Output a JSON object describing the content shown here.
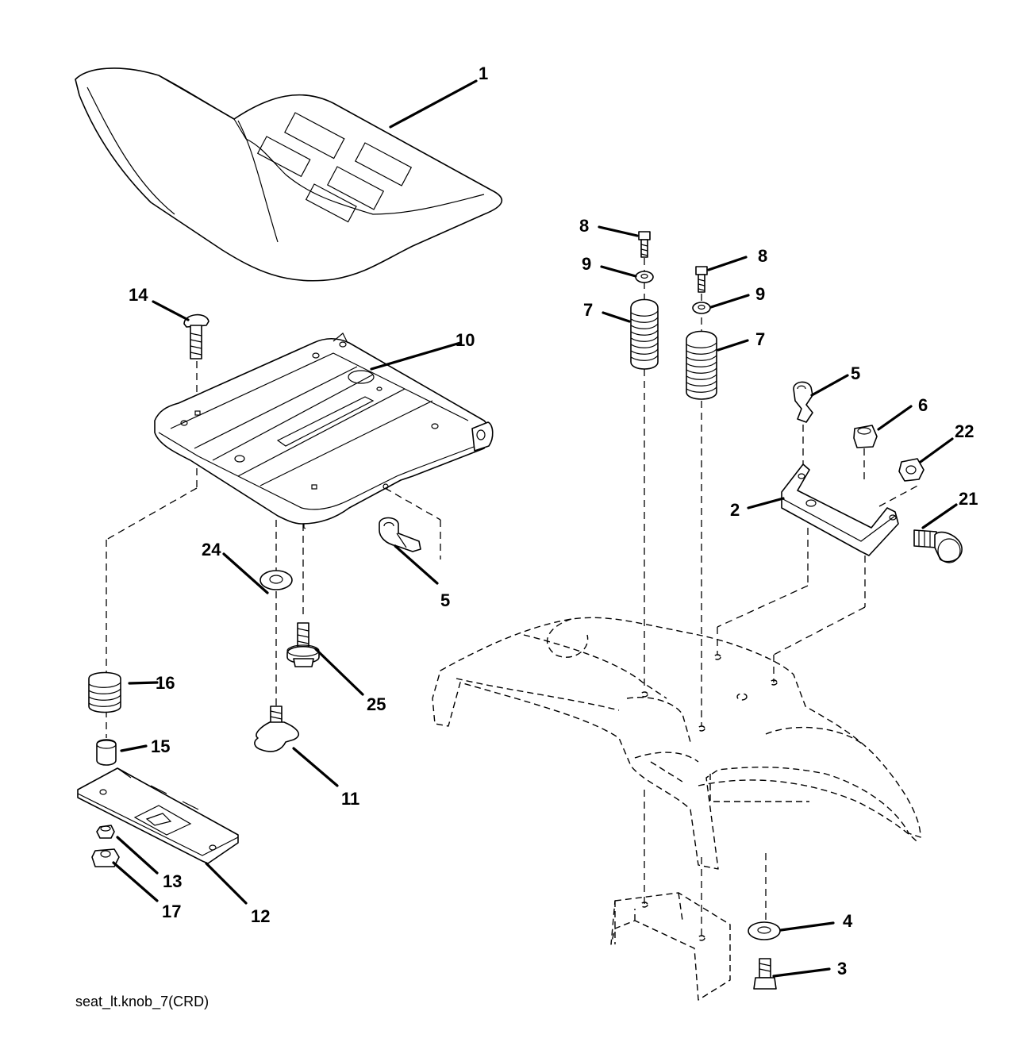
{
  "diagram": {
    "caption": "seat_lt.knob_7(CRD)",
    "callouts": [
      "1",
      "2",
      "3",
      "4",
      "5",
      "5",
      "6",
      "7",
      "7",
      "8",
      "8",
      "9",
      "9",
      "10",
      "11",
      "12",
      "13",
      "14",
      "15",
      "16",
      "17",
      "21",
      "22",
      "24",
      "25"
    ],
    "parts": [
      "seat",
      "bracket",
      "bolt",
      "washer",
      "clip",
      "clip",
      "nut",
      "spring",
      "spring",
      "bolt",
      "bolt",
      "washer",
      "washer",
      "seat-pan",
      "knob",
      "slide-plate",
      "nut",
      "carriage-bolt",
      "spacer",
      "spring",
      "nut",
      "bolt",
      "nut",
      "washer",
      "bolt"
    ]
  }
}
